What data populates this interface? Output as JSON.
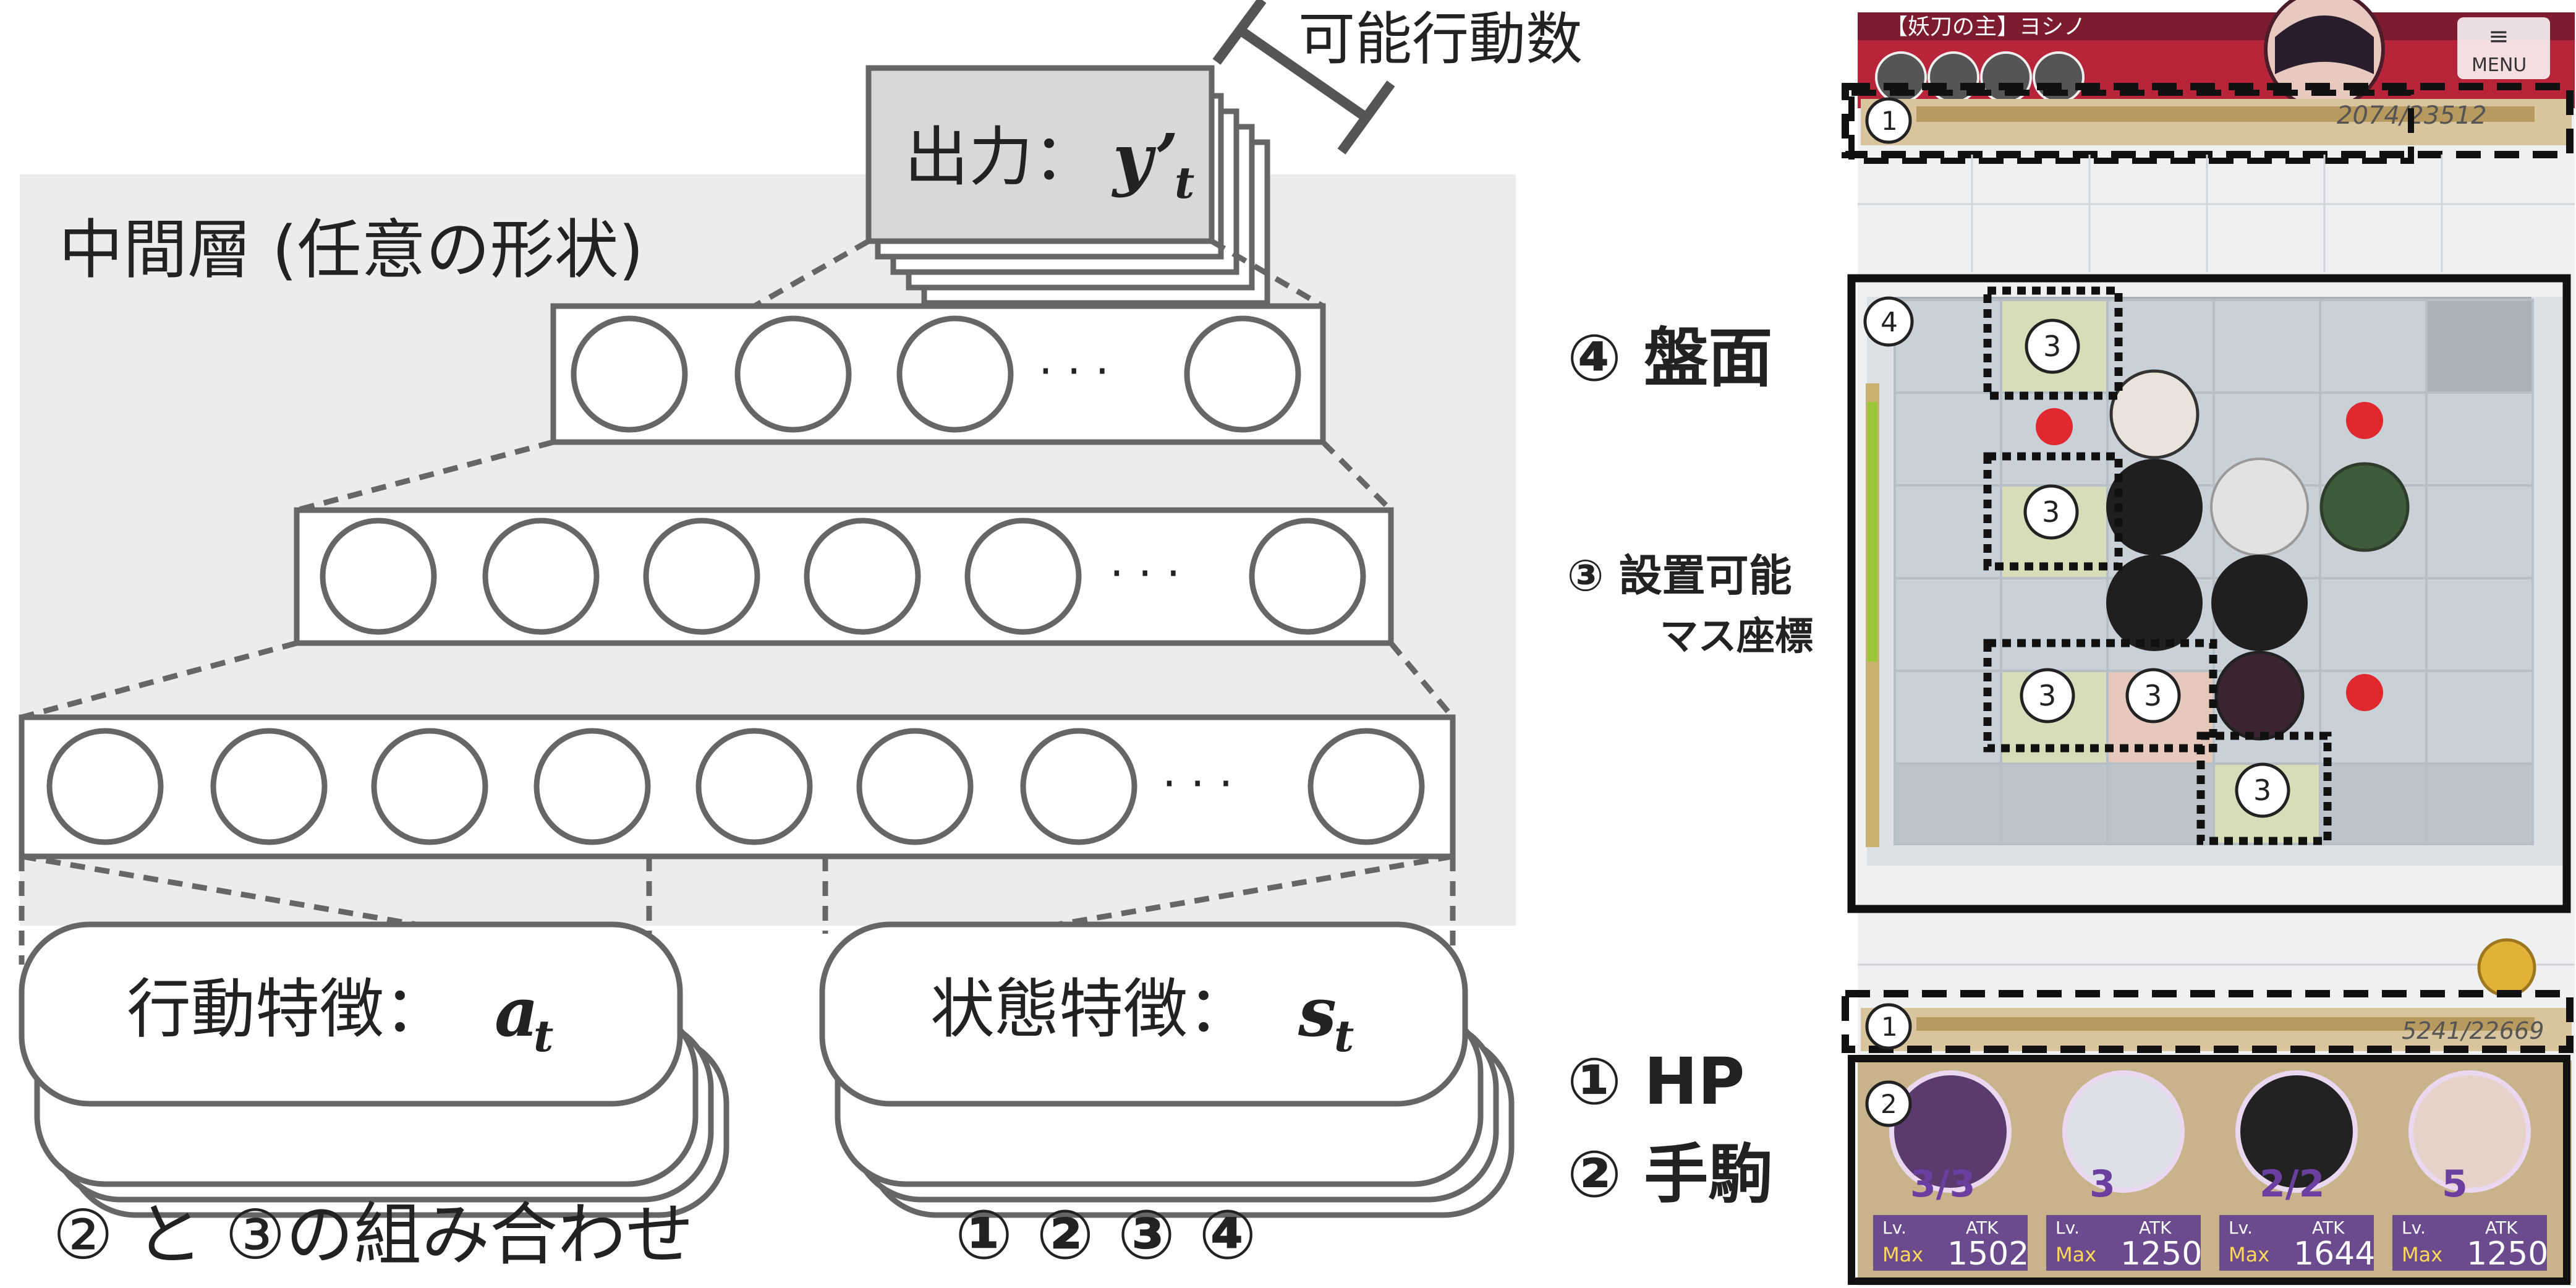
{
  "network": {
    "output_label": "出力：",
    "output_var": "y’",
    "output_sub": "t",
    "action_count_label": "可能行動数",
    "hidden_label": "中間層 (任意の形状)",
    "layer_dots": "· · ·",
    "action_feature_label": "行動特徴：",
    "action_var": "a",
    "action_sub": "t",
    "state_feature_label": "状態特徴：",
    "state_var": "s",
    "state_sub": "t",
    "action_caption": "② と ③の組み合わせ",
    "state_caption": "①  ②  ③  ④"
  },
  "legend": {
    "board": "④ 盤面",
    "placeable_line1": "③ 設置可能",
    "placeable_line2": "マス座標",
    "hp": "① HP",
    "hand": "② 手駒"
  },
  "game": {
    "title_bar": "【妖刀の主】ヨシノ",
    "menu_label": "MENU",
    "enemy_hp": "2074/23512",
    "player_hp": "5241/22669",
    "markers": {
      "hp": "1",
      "hand": "2",
      "placeable": "3",
      "board": "4"
    },
    "hand_units": [
      {
        "stat": "3/3",
        "lv_label": "Lv.",
        "max_label": "Max",
        "atk_label": "ATK",
        "atk": "1502"
      },
      {
        "stat": "3",
        "lv_label": "Lv.",
        "max_label": "Max",
        "atk_label": "ATK",
        "atk": "1250"
      },
      {
        "stat": "2/2",
        "lv_label": "Lv.",
        "max_label": "Max",
        "atk_label": "ATK",
        "atk": "1644"
      },
      {
        "stat": "5",
        "lv_label": "Lv.",
        "max_label": "Max",
        "atk_label": "ATK",
        "atk": "1250"
      }
    ]
  },
  "colors": {
    "line": "#666666",
    "panel": "#ececec",
    "output_fill": "#d8d8d8",
    "board_tile": "#c9d0d8",
    "hand_bg": "#8a6fa8"
  }
}
